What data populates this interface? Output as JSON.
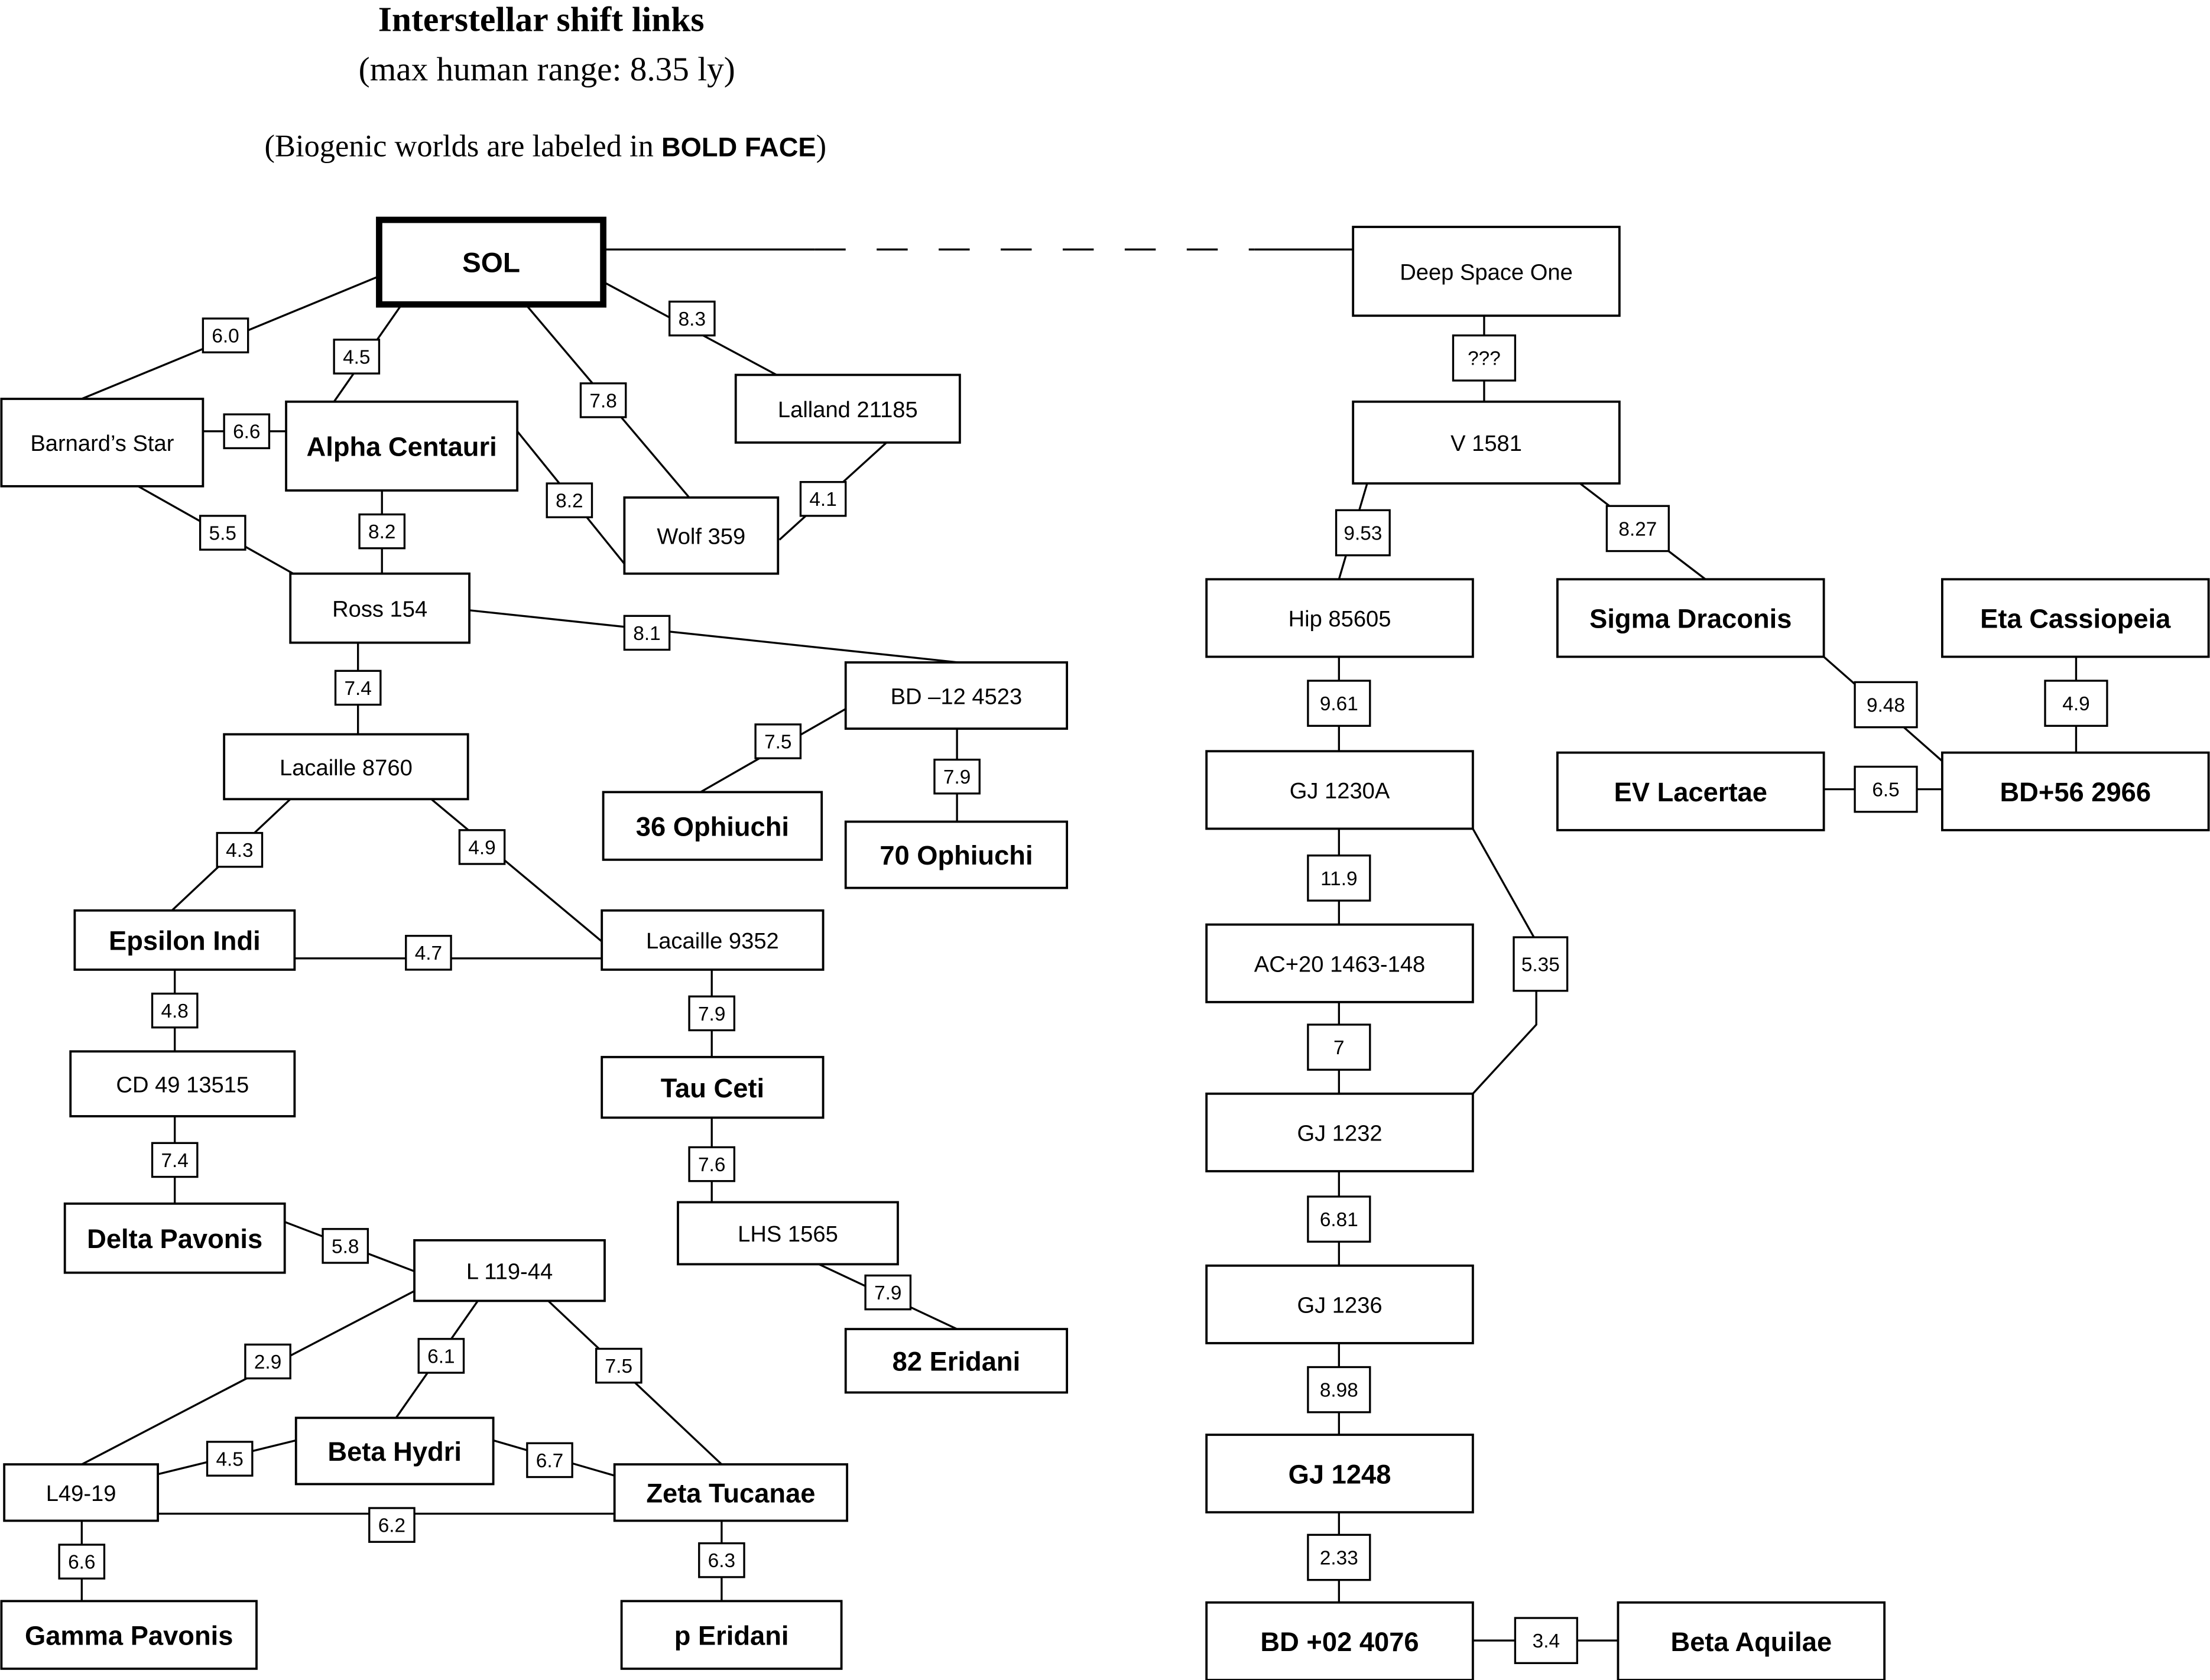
{
  "header": {
    "title": "Interstellar shift links",
    "subtitle": "(max human range: 8.35 ly)",
    "note_prefix": "(Biogenic worlds are labeled in ",
    "note_bold": "BOLD FACE",
    "note_suffix": ")"
  },
  "nodes": [
    {
      "id": "sol",
      "label": "SOL",
      "biogenic": true,
      "home": true
    },
    {
      "id": "barnard",
      "label": "Barnard’s Star",
      "biogenic": false
    },
    {
      "id": "alphacen",
      "label": "Alpha Centauri",
      "biogenic": true
    },
    {
      "id": "lalland",
      "label": "Lalland 21185",
      "biogenic": false
    },
    {
      "id": "wolf359",
      "label": "Wolf 359",
      "biogenic": false
    },
    {
      "id": "ross154",
      "label": "Ross 154",
      "biogenic": false
    },
    {
      "id": "bd12",
      "label": "BD –12 4523",
      "biogenic": false
    },
    {
      "id": "lac8760",
      "label": "Lacaille 8760",
      "biogenic": false
    },
    {
      "id": "oph36",
      "label": "36 Ophiuchi",
      "biogenic": true
    },
    {
      "id": "oph70",
      "label": "70 Ophiuchi",
      "biogenic": true
    },
    {
      "id": "epsind",
      "label": "Epsilon Indi",
      "biogenic": true
    },
    {
      "id": "lac9352",
      "label": "Lacaille 9352",
      "biogenic": false
    },
    {
      "id": "cd49",
      "label": "CD 49 13515",
      "biogenic": false
    },
    {
      "id": "tauceti",
      "label": "Tau Ceti",
      "biogenic": true
    },
    {
      "id": "deltapav",
      "label": "Delta Pavonis",
      "biogenic": true
    },
    {
      "id": "lhs1565",
      "label": "LHS 1565",
      "biogenic": false
    },
    {
      "id": "l119",
      "label": "L 119-44",
      "biogenic": false
    },
    {
      "id": "eri82",
      "label": "82 Eridani",
      "biogenic": true
    },
    {
      "id": "betahyd",
      "label": "Beta Hydri",
      "biogenic": true
    },
    {
      "id": "l4919",
      "label": "L49-19",
      "biogenic": false
    },
    {
      "id": "zetatuc",
      "label": "Zeta Tucanae",
      "biogenic": true
    },
    {
      "id": "gammapav",
      "label": "Gamma Pavonis",
      "biogenic": true
    },
    {
      "id": "peri",
      "label": "p Eridani",
      "biogenic": true
    },
    {
      "id": "ds1",
      "label": "Deep Space One",
      "biogenic": false
    },
    {
      "id": "v1581",
      "label": "V 1581",
      "biogenic": false
    },
    {
      "id": "hip",
      "label": "Hip 85605",
      "biogenic": false
    },
    {
      "id": "sigdra",
      "label": "Sigma Draconis",
      "biogenic": true
    },
    {
      "id": "etacas",
      "label": "Eta Cassiopeia",
      "biogenic": true
    },
    {
      "id": "gj1230a",
      "label": "GJ 1230A",
      "biogenic": false
    },
    {
      "id": "evlac",
      "label": "EV Lacertae",
      "biogenic": true
    },
    {
      "id": "bd56",
      "label": "BD+56 2966",
      "biogenic": true
    },
    {
      "id": "ac20",
      "label": "AC+20 1463-148",
      "biogenic": false
    },
    {
      "id": "gj1232",
      "label": "GJ 1232",
      "biogenic": false
    },
    {
      "id": "gj1236",
      "label": "GJ 1236",
      "biogenic": false
    },
    {
      "id": "gj1248",
      "label": "GJ 1248",
      "biogenic": true
    },
    {
      "id": "bd02",
      "label": "BD +02 4076",
      "biogenic": true
    },
    {
      "id": "betaaql",
      "label": "Beta Aquilae",
      "biogenic": true
    }
  ],
  "edges": [
    {
      "from": "sol",
      "to": "barnard",
      "distance": "6.0"
    },
    {
      "from": "sol",
      "to": "alphacen",
      "distance": "4.5"
    },
    {
      "from": "sol",
      "to": "wolf359",
      "distance": "7.8"
    },
    {
      "from": "sol",
      "to": "lalland",
      "distance": "8.3"
    },
    {
      "from": "sol",
      "to": "ds1",
      "distance": "",
      "style": "dashed"
    },
    {
      "from": "barnard",
      "to": "alphacen",
      "distance": "6.6"
    },
    {
      "from": "barnard",
      "to": "ross154",
      "distance": "5.5"
    },
    {
      "from": "alphacen",
      "to": "ross154",
      "distance": "8.2"
    },
    {
      "from": "alphacen",
      "to": "wolf359",
      "distance": "8.2"
    },
    {
      "from": "lalland",
      "to": "wolf359",
      "distance": "4.1"
    },
    {
      "from": "ross154",
      "to": "bd12",
      "distance": "8.1"
    },
    {
      "from": "ross154",
      "to": "lac8760",
      "distance": "7.4"
    },
    {
      "from": "bd12",
      "to": "oph36",
      "distance": "7.5"
    },
    {
      "from": "bd12",
      "to": "oph70",
      "distance": "7.9"
    },
    {
      "from": "lac8760",
      "to": "epsind",
      "distance": "4.3"
    },
    {
      "from": "lac8760",
      "to": "lac9352",
      "distance": "4.9"
    },
    {
      "from": "epsind",
      "to": "lac9352",
      "distance": "4.7"
    },
    {
      "from": "epsind",
      "to": "cd49",
      "distance": "4.8"
    },
    {
      "from": "lac9352",
      "to": "tauceti",
      "distance": "7.9"
    },
    {
      "from": "cd49",
      "to": "deltapav",
      "distance": "7.4"
    },
    {
      "from": "tauceti",
      "to": "lhs1565",
      "distance": "7.6"
    },
    {
      "from": "deltapav",
      "to": "l119",
      "distance": "5.8"
    },
    {
      "from": "lhs1565",
      "to": "eri82",
      "distance": "7.9"
    },
    {
      "from": "l119",
      "to": "l4919",
      "distance": "2.9"
    },
    {
      "from": "l119",
      "to": "betahyd",
      "distance": "6.1"
    },
    {
      "from": "l119",
      "to": "zetatuc",
      "distance": "7.5"
    },
    {
      "from": "l4919",
      "to": "betahyd",
      "distance": "4.5"
    },
    {
      "from": "betahyd",
      "to": "zetatuc",
      "distance": "6.7"
    },
    {
      "from": "l4919",
      "to": "zetatuc",
      "distance": "6.2"
    },
    {
      "from": "l4919",
      "to": "gammapav",
      "distance": "6.6"
    },
    {
      "from": "zetatuc",
      "to": "peri",
      "distance": "6.3"
    },
    {
      "from": "ds1",
      "to": "v1581",
      "distance": "???"
    },
    {
      "from": "v1581",
      "to": "hip",
      "distance": "9.53"
    },
    {
      "from": "v1581",
      "to": "sigdra",
      "distance": "8.27"
    },
    {
      "from": "sigdra",
      "to": "bd56",
      "distance": "9.48"
    },
    {
      "from": "etacas",
      "to": "bd56",
      "distance": "4.9"
    },
    {
      "from": "evlac",
      "to": "bd56",
      "distance": "6.5"
    },
    {
      "from": "hip",
      "to": "gj1230a",
      "distance": "9.61"
    },
    {
      "from": "gj1230a",
      "to": "ac20",
      "distance": "5.35"
    },
    {
      "from": "gj1230a",
      "to": "gj1232",
      "distance": "11.9"
    },
    {
      "from": "ac20",
      "to": "gj1232",
      "distance": "7"
    },
    {
      "from": "gj1232",
      "to": "gj1236",
      "distance": "6.81"
    },
    {
      "from": "gj1236",
      "to": "gj1248",
      "distance": "8.98"
    },
    {
      "from": "gj1248",
      "to": "bd02",
      "distance": "2.33"
    },
    {
      "from": "bd02",
      "to": "betaaql",
      "distance": "3.4"
    }
  ]
}
